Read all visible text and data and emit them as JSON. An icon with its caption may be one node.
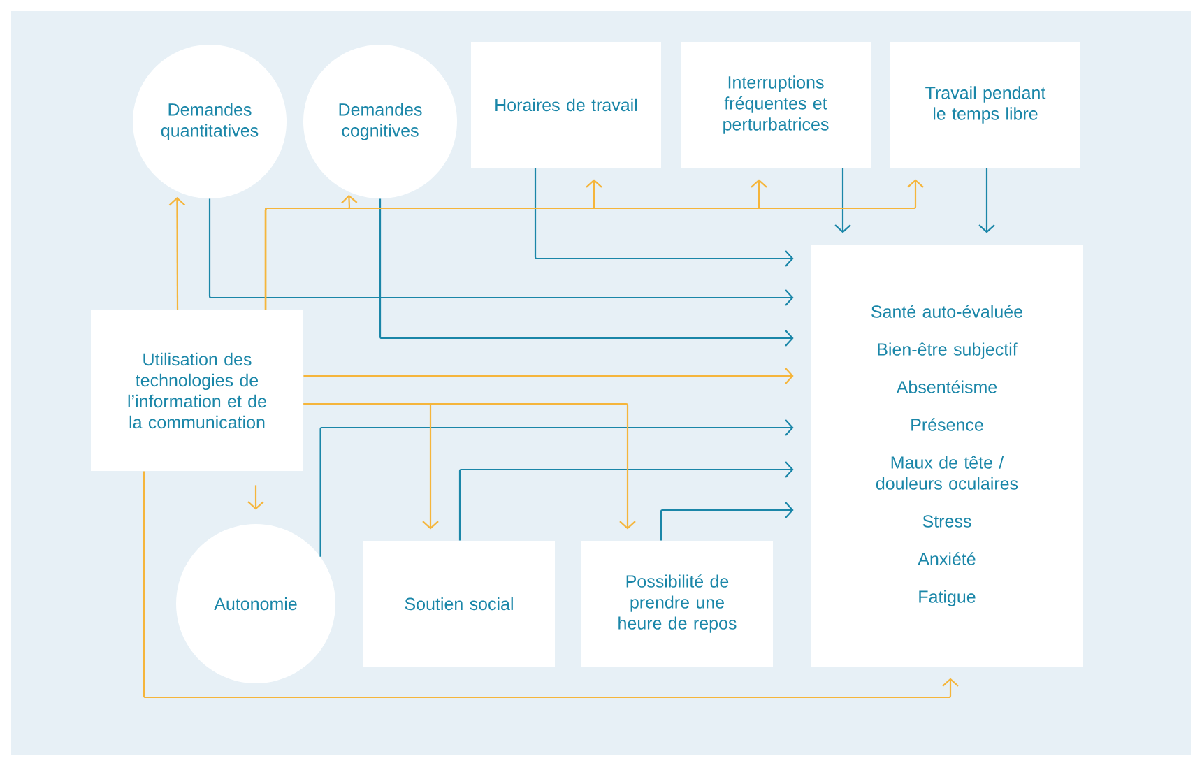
{
  "diagram": {
    "nodes": [
      {
        "text": [
          "Demandes quantitatives"
        ]
      },
      {
        "text": [
          "Demandes cognitives"
        ]
      },
      {
        "text": [
          "Horaires de travail"
        ]
      },
      {
        "text": [
          "Interruptions fréquentes et perturbatrices"
        ]
      },
      {
        "text": [
          "Travail pendant le temps libre"
        ]
      },
      {
        "text": [
          "Santé auto-évaluée",
          "Bien-être subjectif",
          "Absentéisme",
          "Présence",
          "Maux de tête / douleurs oculaires",
          "Stress",
          "Anxiété",
          "Fatigue"
        ]
      },
      {
        "text": [
          "Utilisation des technologies de l’information et de la communication"
        ]
      },
      {
        "text": [
          "Autonomie"
        ]
      },
      {
        "text": [
          "Soutien social"
        ]
      },
      {
        "text": [
          "Possibilité de prendre une heure de repos"
        ]
      }
    ],
    "edges": [
      {
        "from": 0,
        "to": 5,
        "arrow": "to",
        "color": "#1a86a8"
      },
      {
        "from": 1,
        "to": 5,
        "arrow": "to",
        "color": "#1a86a8"
      },
      {
        "from": 2,
        "to": 5,
        "arrow": "to",
        "color": "#1a86a8"
      },
      {
        "from": 3,
        "to": 5,
        "arrow": "to",
        "color": "#1a86a8"
      },
      {
        "from": 4,
        "to": 5,
        "arrow": "to",
        "color": "#1a86a8"
      },
      {
        "from": 7,
        "to": 5,
        "arrow": "to",
        "color": "#1a86a8"
      },
      {
        "from": 8,
        "to": 5,
        "arrow": "to",
        "color": "#1a86a8"
      },
      {
        "from": 9,
        "to": 5,
        "arrow": "to",
        "color": "#1a86a8"
      },
      {
        "from": 6,
        "to": 0,
        "arrow": "to"
      },
      {
        "from": 6,
        "to": 1,
        "arrow": "to"
      },
      {
        "from": 6,
        "to": 2,
        "arrow": "to"
      },
      {
        "from": 6,
        "to": 3,
        "arrow": "to"
      },
      {
        "from": 6,
        "to": 4,
        "arrow": "to"
      },
      {
        "from": 6,
        "to": 5,
        "arrow": "to"
      },
      {
        "from": 6,
        "to": 7,
        "arrow": "to"
      },
      {
        "from": 6,
        "to": 8,
        "arrow": "to"
      },
      {
        "from": 6,
        "to": 9,
        "arrow": "to"
      },
      {
        "from": 6,
        "to": 5,
        "arrow": "to"
      }
    ]
  }
}
